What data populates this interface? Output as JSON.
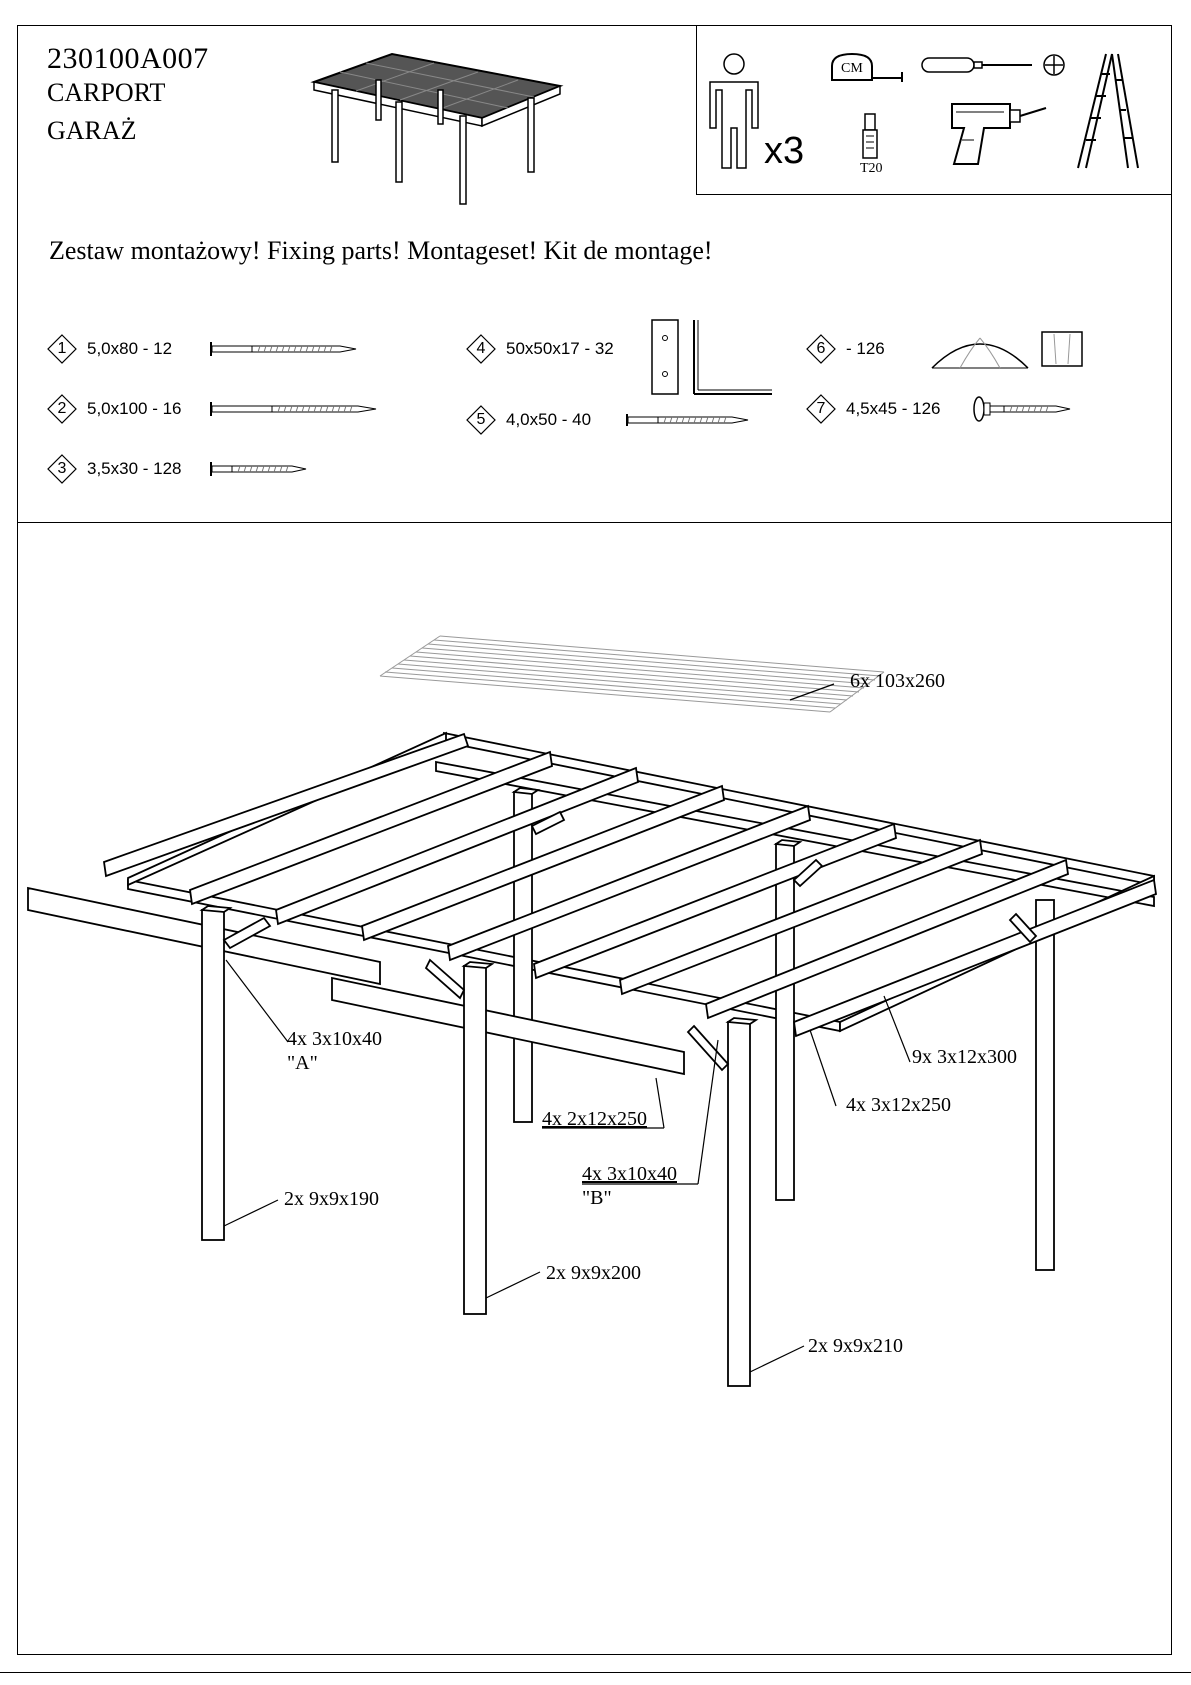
{
  "header": {
    "product_code": "230100A007",
    "product_name_en": "CARPORT",
    "product_name_pl": "GARAŻ"
  },
  "tools": {
    "people_count": "x3",
    "tape_label": "CM",
    "bit_label": "T20"
  },
  "kit": {
    "heading": "Zestaw montażowy! Fixing parts! Montageset! Kit de montage!",
    "parts": [
      {
        "number": "1",
        "spec": "5,0x80 - 12"
      },
      {
        "number": "2",
        "spec": "5,0x100 - 16"
      },
      {
        "number": "3",
        "spec": "3,5x30 - 128"
      },
      {
        "number": "4",
        "spec": "50x50x17 - 32"
      },
      {
        "number": "5",
        "spec": "4,0x50 - 40"
      },
      {
        "number": "6",
        "spec": "- 126"
      },
      {
        "number": "7",
        "spec": "4,5x45 - 126"
      }
    ]
  },
  "diagram": {
    "labels": {
      "roof_sheets": "6x  103x260",
      "brace_a": "4x  3x10x40",
      "brace_a_tag": "\"A\"",
      "beam_250": "4x  2x12x250",
      "brace_b": "4x  3x10x40",
      "brace_b_tag": "\"B\"",
      "rafters": "9x  3x12x300",
      "side_beams": "4x  3x12x250",
      "post_190": "2x  9x9x190",
      "post_200": "2x  9x9x200",
      "post_210": "2x  9x9x210"
    }
  }
}
